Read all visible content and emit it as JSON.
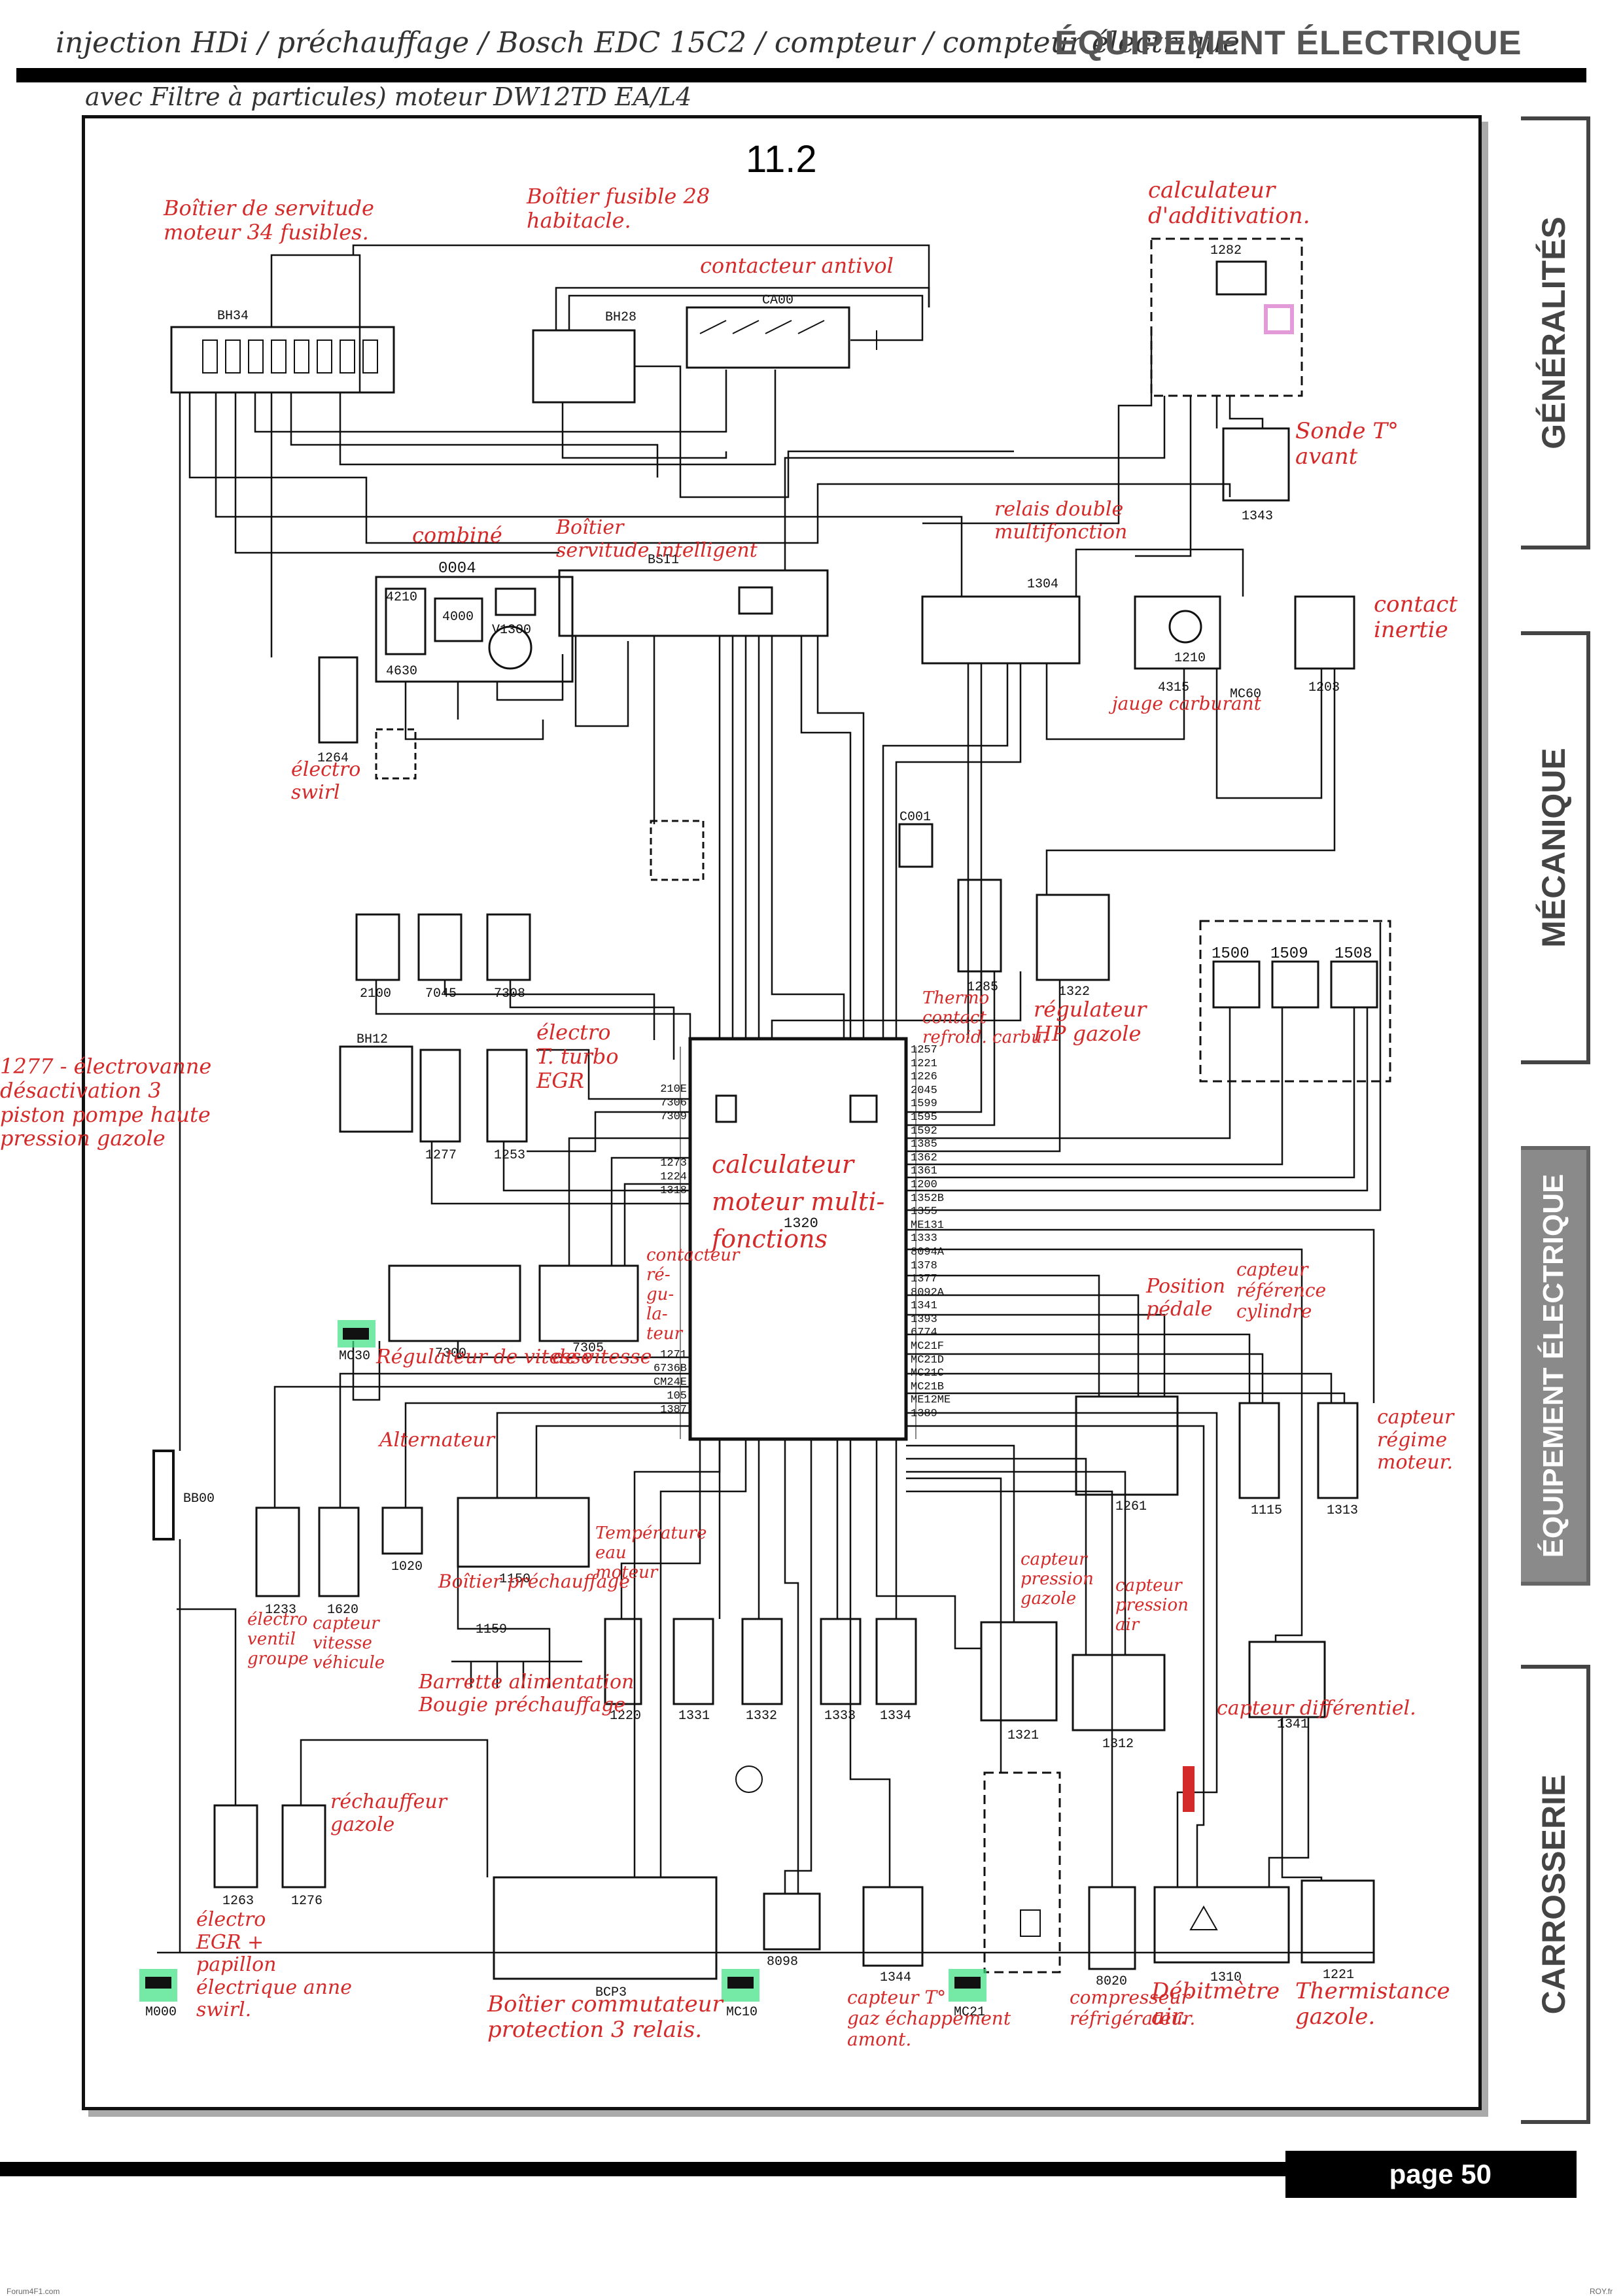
{
  "header": {
    "handwritten_line1": "injection HDi / préchauffage / Bosch EDC 15C2 / compteur / compteur électrique",
    "handwritten_line2": "avec Filtre à particules) moteur DW12TD EA/L4",
    "section_title": "ÉQUIPEMENT ÉLECTRIQUE"
  },
  "diagram": {
    "figure_number": "11.2",
    "ecu_id": "1320",
    "labels": {
      "c1282": "1282",
      "c1343": "1343",
      "c0004": "0004",
      "c4210": "4210",
      "c4000": "4000",
      "cv1300": "V1300",
      "c4630": "4630",
      "c1264": "1264",
      "c1304": "1304",
      "c4315": "4315",
      "c1210": "1210",
      "mc60": "MC60",
      "c1203": "1203",
      "bh34": "BH34",
      "bh28": "BH28",
      "ca00": "CA00",
      "bsi1": "BSI1",
      "c2100": "2100",
      "c7045": "7045",
      "c7308": "7308",
      "c001": "C001",
      "c1285": "1285",
      "c1322": "1322",
      "c1500": "1500",
      "c1509": "1509",
      "c1508": "1508",
      "bh12": "BH12",
      "c1277": "1277",
      "c1253": "1253",
      "c7300": "7300",
      "c7305": "7305",
      "mc30": "MC30",
      "bb00": "BB00",
      "c1233": "1233",
      "c1620": "1620",
      "c1020": "1020",
      "c1150": "1150",
      "c1159": "1159",
      "c1220": "1220",
      "c1331": "1331",
      "c1332": "1332",
      "c1333": "1333",
      "c1334": "1334",
      "c1321": "1321",
      "c1312": "1312",
      "c1341": "1341",
      "c1261": "1261",
      "c1115": "1115",
      "c1313": "1313",
      "c1263": "1263",
      "c1276": "1276",
      "bcp3": "BCP3",
      "mc10": "MC10",
      "c8098": "8098",
      "c1344": "1344",
      "mc21": "MC21",
      "c8020": "8020",
      "c1310": "1310",
      "c1221": "1221",
      "m000": "M000"
    },
    "pin_labels": {
      "ecu_left": [
        "210E",
        "7306",
        "7309",
        "1273",
        "1224",
        "1318",
        "1271",
        "6736B",
        "CM24E",
        "105",
        "1387"
      ],
      "ecu_right": [
        "1257",
        "1221",
        "1226",
        "2045",
        "1599",
        "1595",
        "1592",
        "1385",
        "1362",
        "1361",
        "1200",
        "1352B",
        "1355",
        "ME131",
        "1333",
        "8094A",
        "1378",
        "1377",
        "8092A",
        "1341",
        "1393",
        "6774",
        "MC21F",
        "MC21D",
        "MC21C",
        "MC21B",
        "ME12ME",
        "1389"
      ]
    },
    "annotations": {
      "boitier_servitude_moteur": "Boîtier de servitude\nmoteur 34 fusibles.",
      "boitier_fusible_habitacle": "Boîtier fusible 28\nhabitacle.",
      "contacteur_antivol": "contacteur antivol",
      "calculateur_additivation": "calculateur\nd'additivation.",
      "sonde_t_avant": "Sonde T°\navant",
      "combine": "combiné",
      "boitier_servitude_intelligent": "Boîtier\nservitude intelligent",
      "relais_double": "relais double\nmultifonction",
      "contact_inertie": "contact\ninertie",
      "jauge_carburant": "jauge carburant",
      "electro_swirl": "électro\nswirl",
      "electro_turbo": "électro\nT. turbo\nEGR",
      "thermo_contact": "Thermo\ncontact\nrefroid. carbu.",
      "regulateur_hp": "régulateur\nHP gazole",
      "electrovanne_desactivation": "1277 - électrovanne\ndésactivation 3\npiston pompe haute\npression gazole",
      "calculateur_moteur": "calculateur\nmoteur multi-\nfonctions",
      "contacteur_vitesse": "contacteur\nré-\ngu-\nla-\nteur",
      "regulateur_vitesse": "Régulateur de vitesse",
      "vitesse": "de vitesse",
      "position_pedale": "Position\npédale",
      "capteur_reference_cylindre": "capteur\nréférence\ncylindre",
      "capteur_regime_moteur": "capteur\nrégime\nmoteur.",
      "alternateur": "Alternateur",
      "temperature_eau": "Température\neau\nmoteur",
      "boitier_prechauffage": "Boîtier préchauffage",
      "barrette_alimentation": "Barrette alimentation\nBougie préchauffage",
      "electro_groupe": "électro\nventil\ngroupe",
      "capteur_vitesse_vehicule": "capteur\nvitesse\nvéhicule",
      "capteur_pression_gazole": "capteur\npression\ngazole",
      "capteur_pression_air": "capteur\npression\nair",
      "capteur_differentiel": "capteur différentiel.",
      "rechauffeur_gazole": "réchauffeur\ngazole",
      "electro_egr": "électro\nEGR +\npapillon\nélectrique anne\nswirl.",
      "boitier_commutateur": "Boîtier commutateur\nprotection 3 relais.",
      "capteur_t_echappement": "capteur T°\ngaz échappement\namont.",
      "compresseur_refrigerateur": "compresseur\nréfrigérateur.",
      "debitmetre_air": "Débitmètre\nair.",
      "thermistance_gazole": "Thermistance\ngazole."
    }
  },
  "tabs": [
    "GÉNÉRALITÉS",
    "MÉCANIQUE",
    "ÉQUIPEMENT ÉLECTRIQUE",
    "CARROSSERIE"
  ],
  "active_tab": "ÉQUIPEMENT ÉLECTRIQUE",
  "footer": {
    "page_label": "page 50",
    "left_tiny": "Forum4F1.com",
    "right_tiny": "ROY.fr"
  }
}
